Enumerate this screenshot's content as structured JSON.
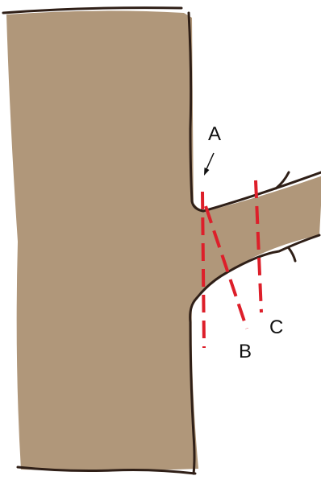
{
  "labels": {
    "a": "A",
    "b": "B",
    "c": "C"
  },
  "colors": {
    "bark": "#b0977a",
    "outline": "#2f1f17",
    "cut_line": "#dd1f2a",
    "label": "#111111",
    "background": "#ffffff"
  }
}
